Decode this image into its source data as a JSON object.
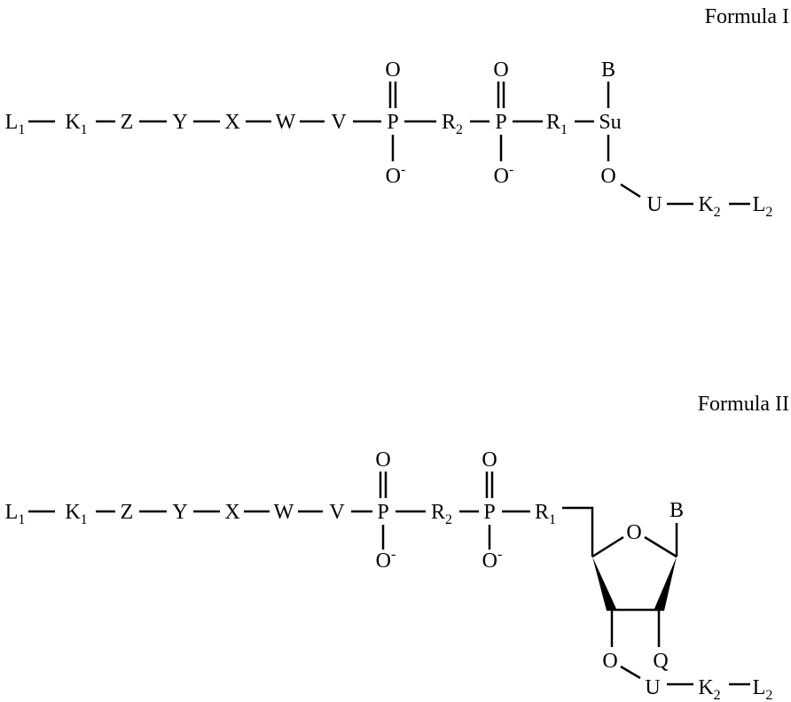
{
  "formula_1": {
    "label": "Formula I",
    "atoms": [
      {
        "text": "L",
        "sub": "1"
      },
      {
        "text": "K",
        "sub": "1"
      },
      {
        "text": "Z"
      },
      {
        "text": "Y"
      },
      {
        "text": "X"
      },
      {
        "text": "W"
      },
      {
        "text": "V"
      },
      {
        "text": "P"
      },
      {
        "text": "R",
        "sub": "2"
      },
      {
        "text": "P"
      },
      {
        "text": "R",
        "sub": "1"
      },
      {
        "text": "Su"
      },
      {
        "text": "O"
      },
      {
        "text": "O",
        "sup": "-"
      },
      {
        "text": "O"
      },
      {
        "text": "O",
        "sup": "-"
      },
      {
        "text": "B"
      },
      {
        "text": "O"
      },
      {
        "text": "U"
      },
      {
        "text": "K",
        "sub": "2"
      },
      {
        "text": "L",
        "sub": "2"
      }
    ]
  },
  "formula_2": {
    "label": "Formula II",
    "atoms": [
      {
        "text": "L",
        "sub": "1"
      },
      {
        "text": "K",
        "sub": "1"
      },
      {
        "text": "Z"
      },
      {
        "text": "Y"
      },
      {
        "text": "X"
      },
      {
        "text": "W"
      },
      {
        "text": "V"
      },
      {
        "text": "P"
      },
      {
        "text": "R",
        "sub": "2"
      },
      {
        "text": "P"
      },
      {
        "text": "R",
        "sub": "1"
      },
      {
        "text": "O"
      },
      {
        "text": "O",
        "sup": "-"
      },
      {
        "text": "O"
      },
      {
        "text": "O",
        "sup": "-"
      },
      {
        "text": "O"
      },
      {
        "text": "B"
      },
      {
        "text": "O"
      },
      {
        "text": "Q"
      },
      {
        "text": "U"
      },
      {
        "text": "K",
        "sub": "2"
      },
      {
        "text": "L",
        "sub": "2"
      }
    ]
  }
}
